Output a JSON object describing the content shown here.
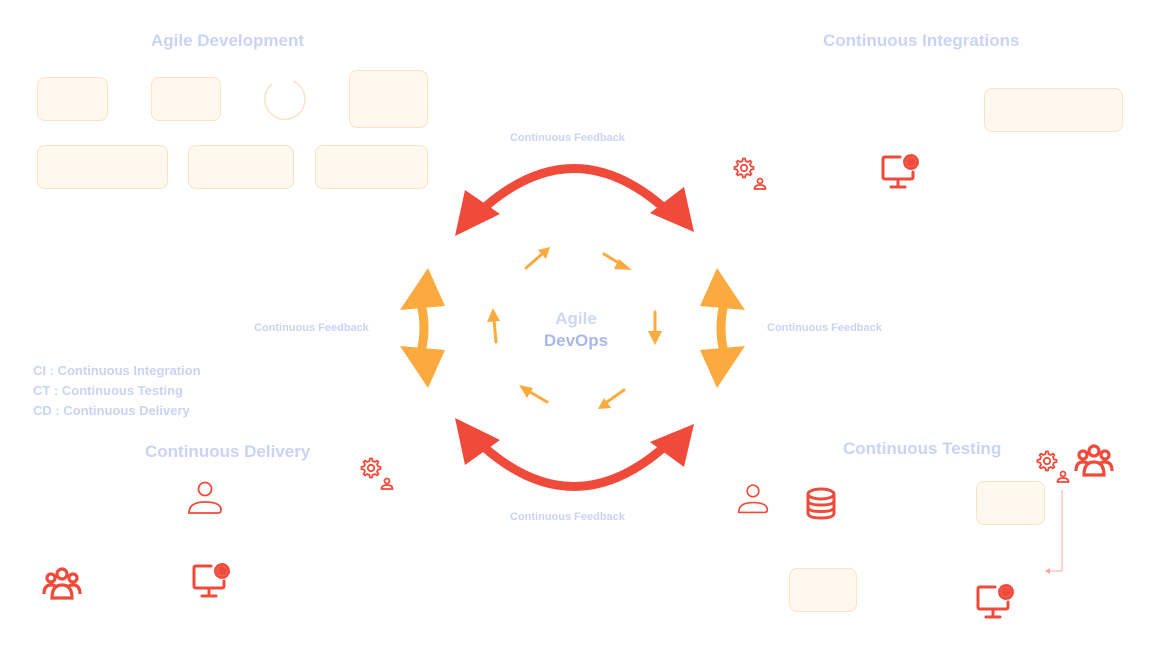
{
  "sections": {
    "agile_development": "Agile Development",
    "continuous_integrations": "Continuous Integrations",
    "continuous_delivery": "Continuous Delivery",
    "continuous_testing": "Continuous Testing"
  },
  "feedback": {
    "top": "Continuous Feedback",
    "left": "Continuous Feedback",
    "right": "Continuous Feedback",
    "bottom": "Continuous Feedback"
  },
  "center": {
    "line1": "Agile",
    "line2": "DevOps"
  },
  "legend": {
    "ci": "CI : Continuous Integration",
    "ct": "CT : Continuous Testing",
    "cd": "CD : Continuous Delivery"
  },
  "colors": {
    "red": "#f04a3a",
    "orange": "#fbaa3f",
    "label": "#c9d3f4",
    "box_fill": "#fff8ee",
    "box_border": "#fbe2c2"
  },
  "icons": [
    "gear-user-icon",
    "monitor-gear-icon",
    "user-icon",
    "database-icon",
    "users-group-icon",
    "loading-spinner-icon"
  ]
}
